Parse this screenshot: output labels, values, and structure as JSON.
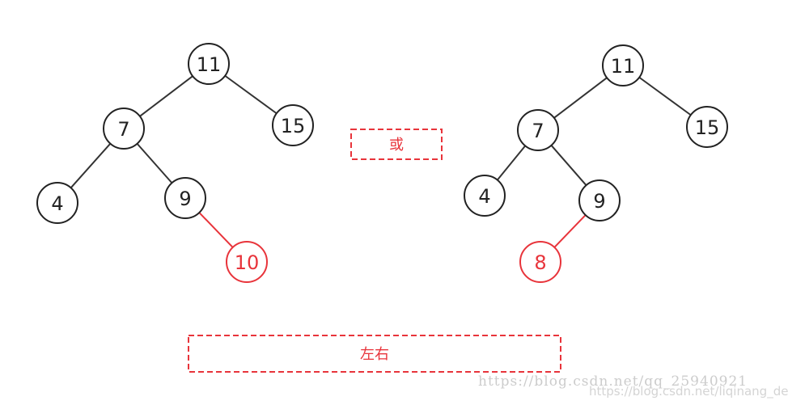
{
  "trees": [
    {
      "nodes": [
        {
          "label": "11",
          "highlight": false
        },
        {
          "label": "7",
          "highlight": false
        },
        {
          "label": "15",
          "highlight": false
        },
        {
          "label": "4",
          "highlight": false
        },
        {
          "label": "9",
          "highlight": false
        },
        {
          "label": "10",
          "highlight": true
        }
      ],
      "edges": [
        {
          "from": 0,
          "to": 1,
          "highlight": false
        },
        {
          "from": 0,
          "to": 2,
          "highlight": false
        },
        {
          "from": 1,
          "to": 3,
          "highlight": false
        },
        {
          "from": 1,
          "to": 4,
          "highlight": false
        },
        {
          "from": 4,
          "to": 5,
          "highlight": true
        }
      ]
    },
    {
      "nodes": [
        {
          "label": "11",
          "highlight": false
        },
        {
          "label": "7",
          "highlight": false
        },
        {
          "label": "15",
          "highlight": false
        },
        {
          "label": "4",
          "highlight": false
        },
        {
          "label": "9",
          "highlight": false
        },
        {
          "label": "8",
          "highlight": true
        }
      ],
      "edges": [
        {
          "from": 0,
          "to": 1,
          "highlight": false
        },
        {
          "from": 0,
          "to": 2,
          "highlight": false
        },
        {
          "from": 1,
          "to": 3,
          "highlight": false
        },
        {
          "from": 1,
          "to": 4,
          "highlight": false
        },
        {
          "from": 4,
          "to": 5,
          "highlight": true
        }
      ]
    }
  ],
  "labels": {
    "or": "或",
    "left_right": "左右"
  },
  "watermark": {
    "line1": "https://blog.csdn.net/qq_25940921",
    "line2": "https://blog.csdn.net/liqinang_dev"
  },
  "colors": {
    "highlight": "#e8343b",
    "node_stroke": "#222222",
    "edge": "#333333"
  }
}
